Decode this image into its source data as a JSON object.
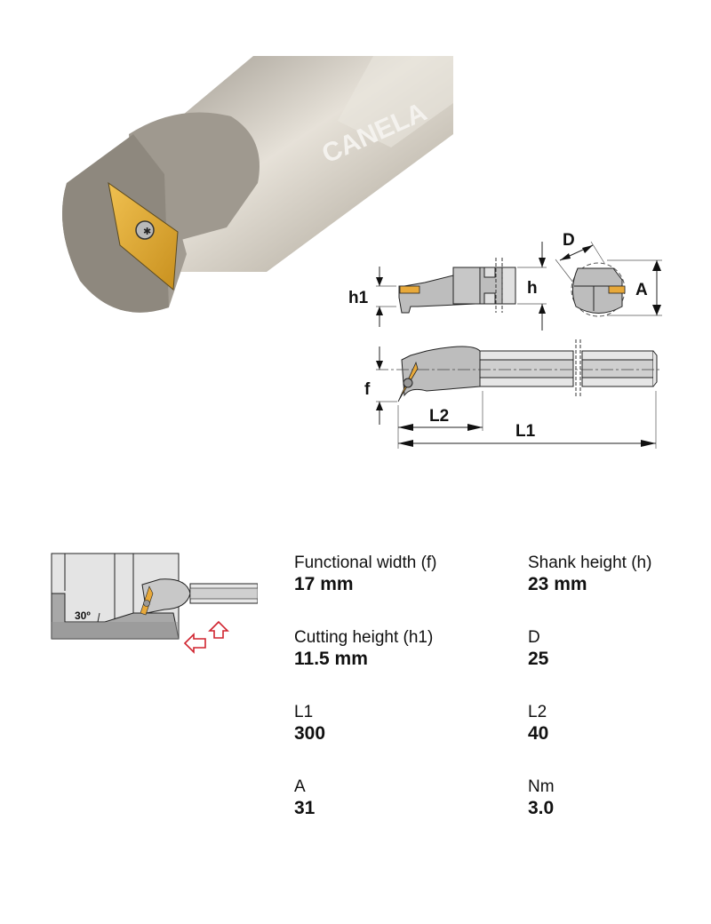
{
  "product": {
    "brand_text": "CANELA",
    "image_description": "Boring bar with rhombic carbide insert"
  },
  "dimension_diagram": {
    "labels": {
      "h1": "h1",
      "h": "h",
      "D": "D",
      "A": "A",
      "f": "f",
      "L2": "L2",
      "L1": "L1"
    }
  },
  "application_diagram": {
    "angle_label": "30º"
  },
  "specs": [
    {
      "label": "Functional width (f)",
      "value": "17 mm"
    },
    {
      "label": "Shank height (h)",
      "value": "23 mm"
    },
    {
      "label": "Cutting height (h1)",
      "value": "11.5 mm"
    },
    {
      "label": "D",
      "value": "25"
    },
    {
      "label": "L1",
      "value": "300"
    },
    {
      "label": "L2",
      "value": "40"
    },
    {
      "label": "A",
      "value": "31"
    },
    {
      "label": "Nm",
      "value": "3.0"
    }
  ],
  "colors": {
    "insert_gold": "#e8a93a",
    "tool_gray": "#bdbdbd",
    "arrow_red": "#d0242f"
  }
}
